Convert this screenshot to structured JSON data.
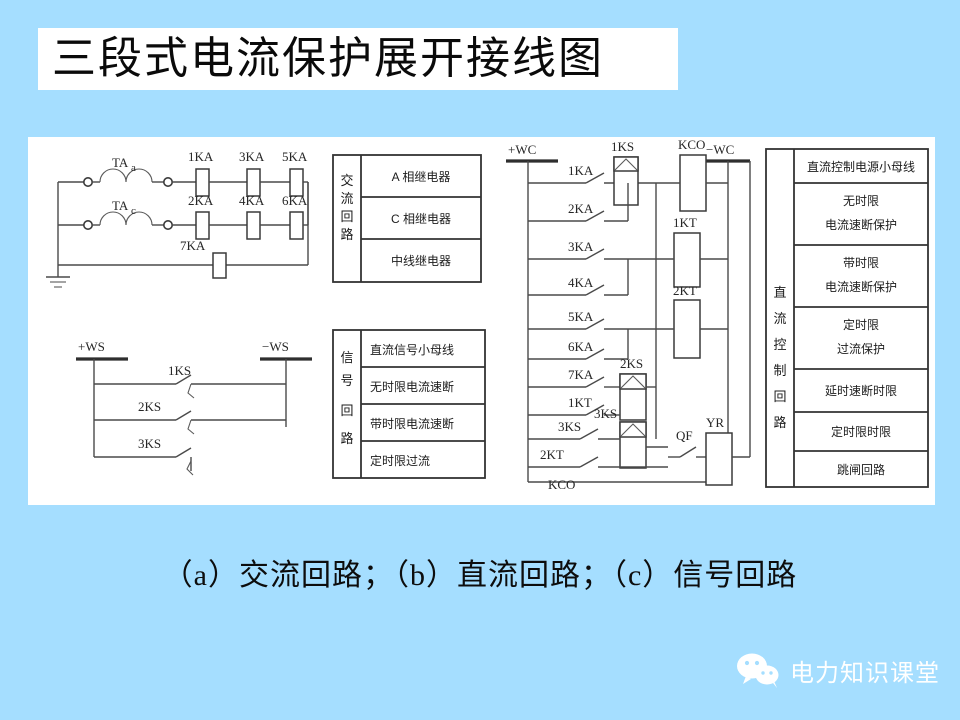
{
  "slide": {
    "title": "三段式电流保护展开接线图",
    "background_color": "#a5deff",
    "panel_color": "#ffffff",
    "caption": "（a）交流回路；（b）直流回路；（c）信号回路"
  },
  "footer": {
    "brand": "电力知识课堂",
    "icon": "wechat-icon",
    "color": "#ffffff"
  },
  "ac_circuit": {
    "transformers": [
      {
        "label": "TA",
        "sub": "a"
      },
      {
        "label": "TA",
        "sub": "c"
      }
    ],
    "row_a_relays": [
      "1KA",
      "3KA",
      "5KA"
    ],
    "row_c_relays": [
      "2KA",
      "4KA",
      "6KA"
    ],
    "neutral_relay": "7KA",
    "ground_symbol": "earth-icon",
    "legend": {
      "side_label": "交流回路",
      "rows": [
        "A 相继电器",
        "C 相继电器",
        "中线继电器"
      ]
    }
  },
  "signal_circuit": {
    "bus_left": "+WS",
    "bus_right": "−WS",
    "contacts": [
      "1KS",
      "2KS",
      "3KS"
    ],
    "legend": {
      "side_label": "信号回路",
      "rows": [
        "直流信号小母线",
        "无时限电流速断",
        "带时限电流速断",
        "定时限过流"
      ]
    }
  },
  "dc_circuit": {
    "bus_left": "+WC",
    "bus_right": "−WC",
    "branch_contacts": [
      "1KA",
      "2KA",
      "3KA",
      "4KA",
      "5KA",
      "6KA",
      "7KA",
      "1KT",
      "3KS",
      "2KT"
    ],
    "bottom_label": "KCO",
    "signal_relays": [
      "1KS",
      "2KS",
      "3KS"
    ],
    "coils": [
      "KCO",
      "1KT",
      "2KT",
      "YR"
    ],
    "breaker_contact": "QF",
    "legend": {
      "side_label": "直流控制回路",
      "rows": [
        {
          "line1": "直流控制电源小母线",
          "line2": ""
        },
        {
          "line1": "无时限",
          "line2": "电流速断保护"
        },
        {
          "line1": "带时限",
          "line2": "电流速断保护"
        },
        {
          "line1": "定时限",
          "line2": "过流保护"
        },
        {
          "line1": "延时速断时限",
          "line2": ""
        },
        {
          "line1": "定时限时限",
          "line2": ""
        },
        {
          "line1": "跳闸回路",
          "line2": ""
        }
      ]
    }
  }
}
